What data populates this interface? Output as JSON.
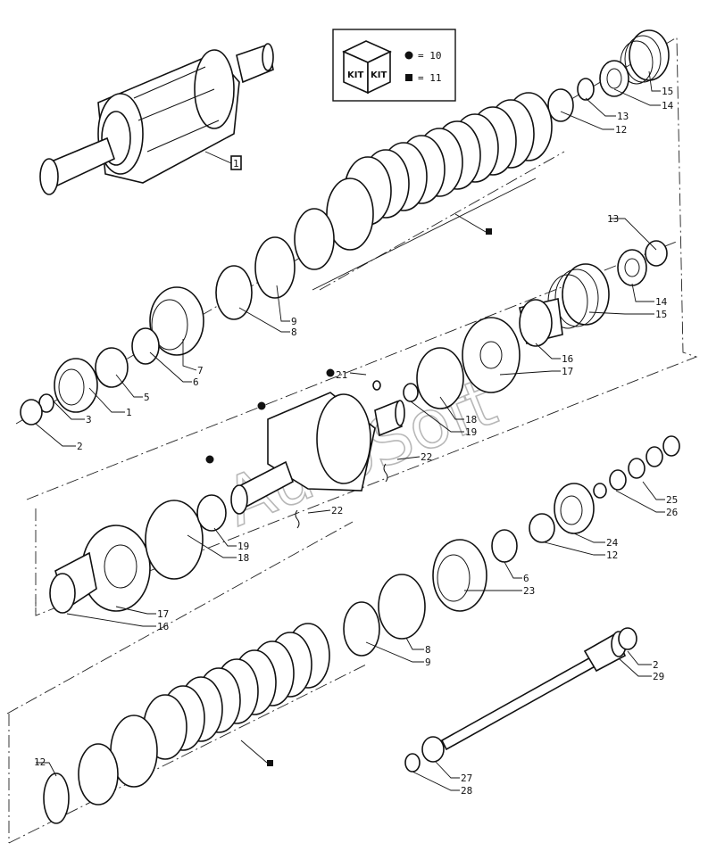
{
  "legend": {
    "kit_icon_label_left": "KIT",
    "kit_icon_label_right": "KIT",
    "circle_equals": "= 10",
    "square_equals": "= 11"
  },
  "watermark": "AutoSoft",
  "callouts": [
    {
      "id": "c1",
      "text": "1"
    },
    {
      "id": "c1b",
      "text": "1"
    },
    {
      "id": "c2",
      "text": "2"
    },
    {
      "id": "c3",
      "text": "3"
    },
    {
      "id": "c5",
      "text": "5"
    },
    {
      "id": "c6",
      "text": "6"
    },
    {
      "id": "c7",
      "text": "7"
    },
    {
      "id": "c8",
      "text": "8"
    },
    {
      "id": "c9",
      "text": "9"
    },
    {
      "id": "c12a",
      "text": "12"
    },
    {
      "id": "c13a",
      "text": "13"
    },
    {
      "id": "c14a",
      "text": "14"
    },
    {
      "id": "c15a",
      "text": "15"
    },
    {
      "id": "c13b",
      "text": "13"
    },
    {
      "id": "c14b",
      "text": "14"
    },
    {
      "id": "c15b",
      "text": "15"
    },
    {
      "id": "c16a",
      "text": "16"
    },
    {
      "id": "c17a",
      "text": "17"
    },
    {
      "id": "c18a",
      "text": "18"
    },
    {
      "id": "c19a",
      "text": "19"
    },
    {
      "id": "c21",
      "text": "21"
    },
    {
      "id": "c22a",
      "text": "22"
    },
    {
      "id": "c22b",
      "text": "22"
    },
    {
      "id": "c19b",
      "text": "19"
    },
    {
      "id": "c18b",
      "text": "18"
    },
    {
      "id": "c17b",
      "text": "17"
    },
    {
      "id": "c16b",
      "text": "16"
    },
    {
      "id": "c6b",
      "text": "6"
    },
    {
      "id": "c23",
      "text": "23"
    },
    {
      "id": "c24",
      "text": "24"
    },
    {
      "id": "c12b",
      "text": "12"
    },
    {
      "id": "c25",
      "text": "25"
    },
    {
      "id": "c26",
      "text": "26"
    },
    {
      "id": "c8b",
      "text": "8"
    },
    {
      "id": "c9b",
      "text": "9"
    },
    {
      "id": "c2b",
      "text": "2"
    },
    {
      "id": "c29",
      "text": "29"
    },
    {
      "id": "c27",
      "text": "27"
    },
    {
      "id": "c28",
      "text": "28"
    },
    {
      "id": "c12c",
      "text": "12"
    }
  ]
}
